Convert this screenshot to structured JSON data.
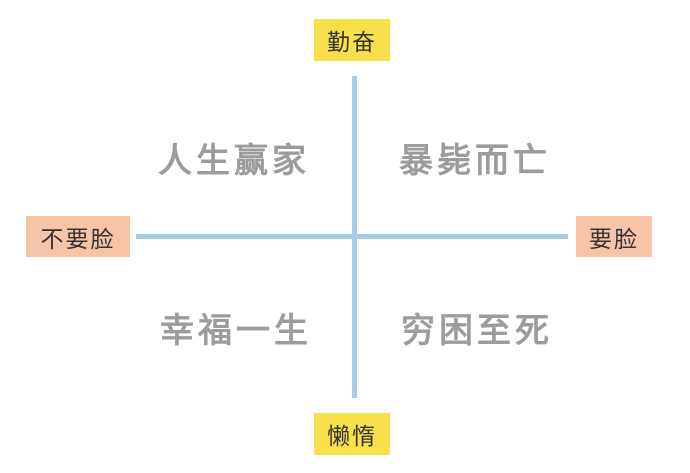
{
  "axes": {
    "top": "勤奋",
    "bottom": "懒惰",
    "left": "不要脸",
    "right": "要脸"
  },
  "quadrants": {
    "top_left": "人生赢家",
    "top_right": "暴毙而亡",
    "bottom_left": "幸福一生",
    "bottom_right": "穷困至死"
  },
  "colors": {
    "axis_line": "#a9cbe3",
    "vertical_label_bg": "#f7e04a",
    "horizontal_label_bg": "#f8c4a8",
    "quadrant_text": "#9c9c9c"
  }
}
